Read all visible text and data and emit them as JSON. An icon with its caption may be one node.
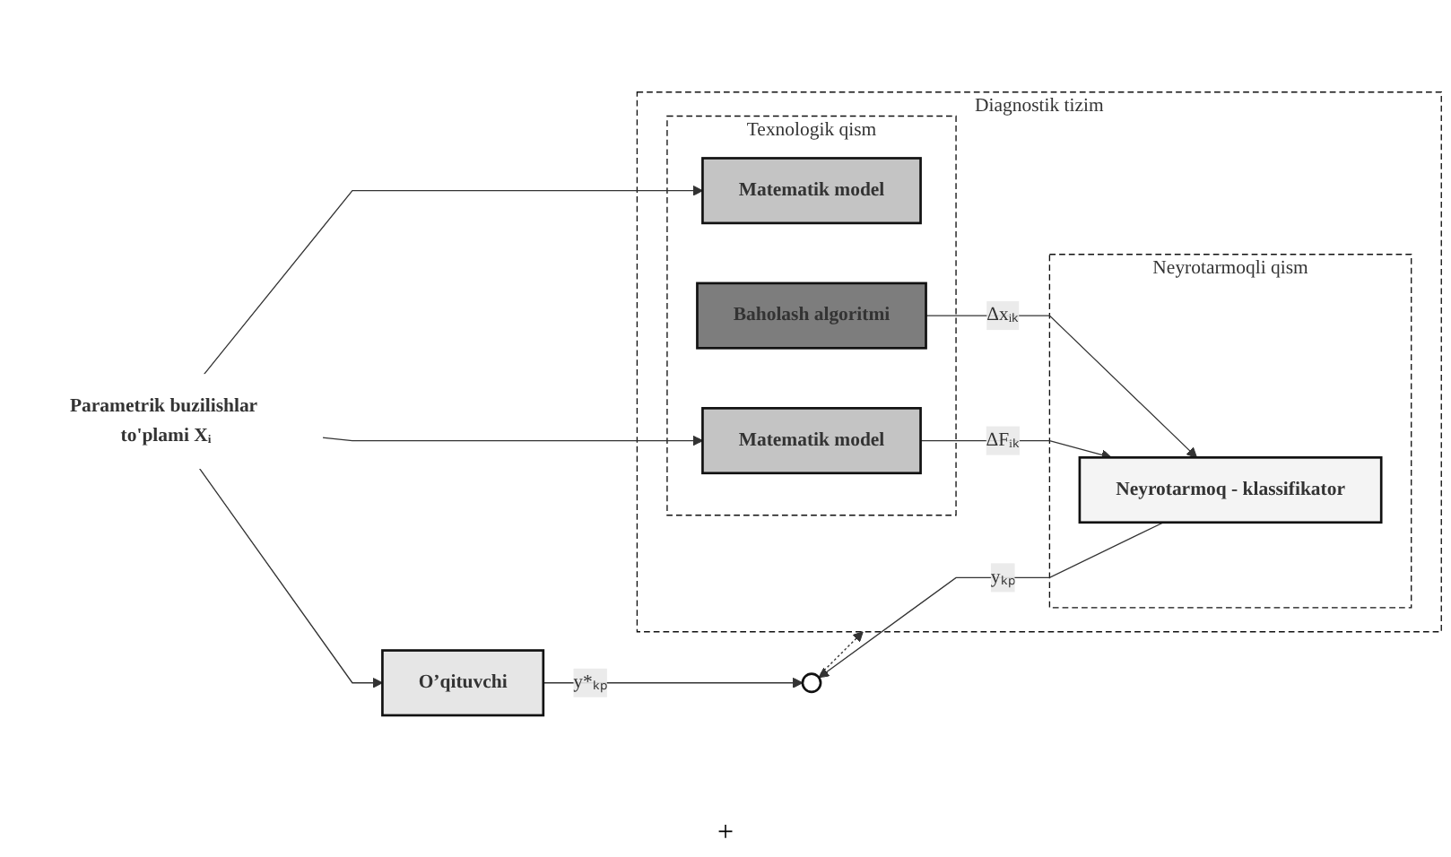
{
  "diagram": {
    "nodes": [
      {
        "text": [
          "Parametrik buzilishlar to'plami Xᵢ"
        ]
      },
      {
        "text": [
          "O’qituvchi"
        ]
      },
      {
        "text": [
          "Diagnostik tizim"
        ]
      },
      {
        "text": [
          "Texnologik qism"
        ],
        "in": 2
      },
      {
        "text": [
          "Matematik model"
        ],
        "in": 3
      },
      {
        "text": [
          "Baholash algoritmi"
        ],
        "in": 3
      },
      {
        "text": [
          "Matematik model"
        ],
        "in": 3
      },
      {
        "text": [
          "Neyrotarmoqli qism"
        ],
        "in": 2
      },
      {
        "text": [
          "Neyrotarmoq - klassifikator"
        ],
        "in": 7
      },
      {
        "text": [],
        "shape": "circle"
      }
    ],
    "edges": [
      {
        "from": 0,
        "to": 1,
        "arrow": "to"
      },
      {
        "from": 0,
        "to": 4,
        "arrow": "to"
      },
      {
        "from": 0,
        "to": 6,
        "arrow": "to"
      },
      {
        "from": 5,
        "to": 8,
        "arrow": "to",
        "label": "Δxᵢₖ"
      },
      {
        "from": 6,
        "to": 8,
        "arrow": "to",
        "label": "ΔFᵢₖ"
      },
      {
        "from": 1,
        "to": 9,
        "arrow": "to",
        "label": "y*ₖₚ"
      },
      {
        "from": 8,
        "to": 9,
        "arrow": "to",
        "label": "yₖₚ"
      },
      {
        "from": 9,
        "to": 2,
        "arrow": "to",
        "style": "dashed"
      }
    ],
    "labels": [
      "+"
    ]
  }
}
